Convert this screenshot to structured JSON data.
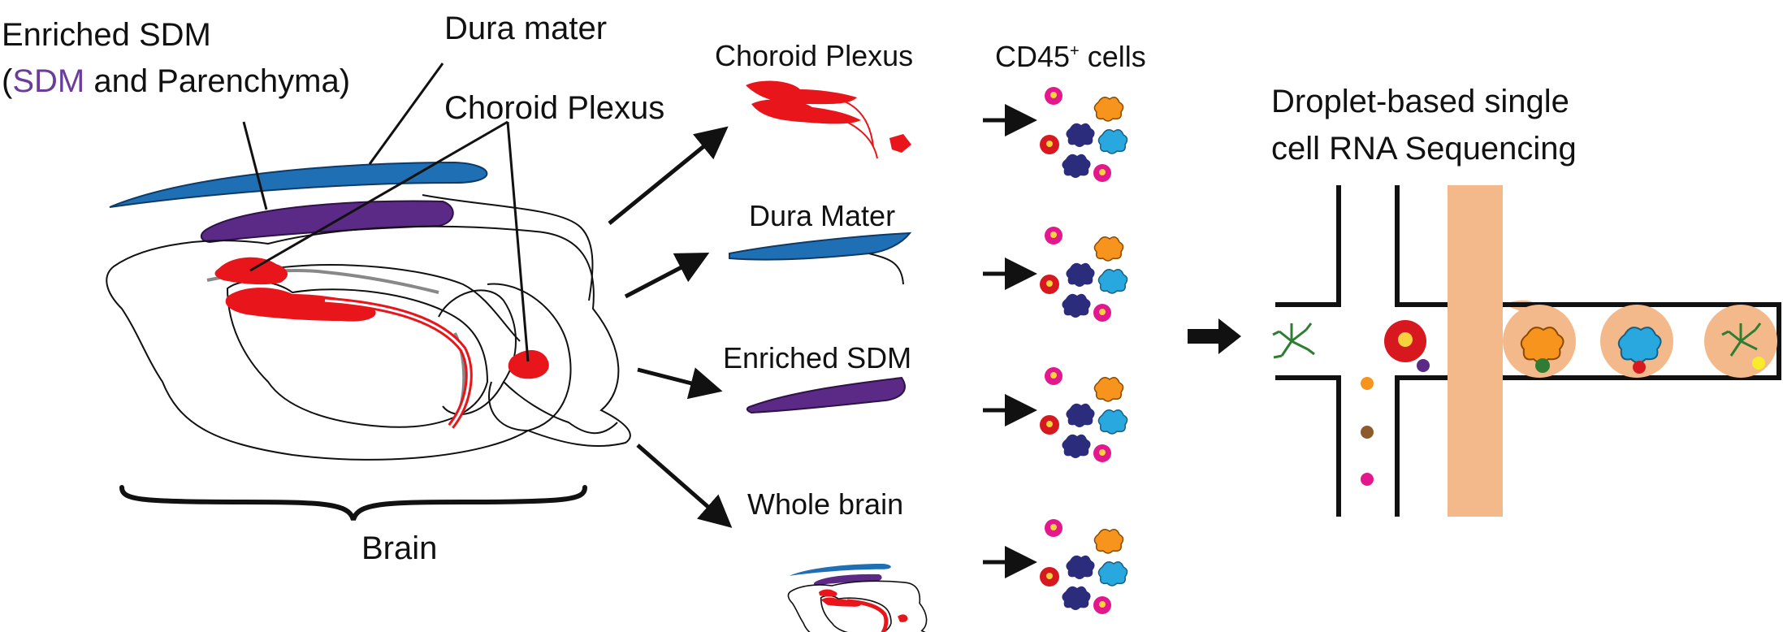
{
  "labels": {
    "enriched_sdm": "Enriched SDM",
    "paren_open": "(",
    "sdm": "SDM",
    "and_parenchyma": " and Parenchyma)",
    "dura_mater_left": "Dura mater",
    "choroid_plexus_left": "Choroid Plexus",
    "brain": "Brain"
  },
  "tissues": {
    "choroid_plexus": "Choroid Plexus",
    "dura_mater": "Dura Mater",
    "enriched_sdm": "Enriched SDM",
    "whole_brain": "Whole brain"
  },
  "cells_header": {
    "main": "CD45",
    "sup": "+",
    "rest": " cells"
  },
  "method": {
    "line1": "Droplet-based single",
    "line2": "cell RNA Sequencing"
  },
  "colors": {
    "dura": "#1f6fb5",
    "sdm": "#5b2a86",
    "choroid": "#e8151b",
    "oil": "#f4b98a",
    "magenta": "#e3188c",
    "orange": "#f7941d",
    "navy": "#2b2d7c",
    "cyan": "#29a8e0",
    "red": "#d7191f",
    "green": "#2e7d32"
  },
  "icons": [
    "arrow-icon",
    "brace-icon",
    "brain-sagittal-icon",
    "microfluidic-chip-icon",
    "cell-icon"
  ]
}
